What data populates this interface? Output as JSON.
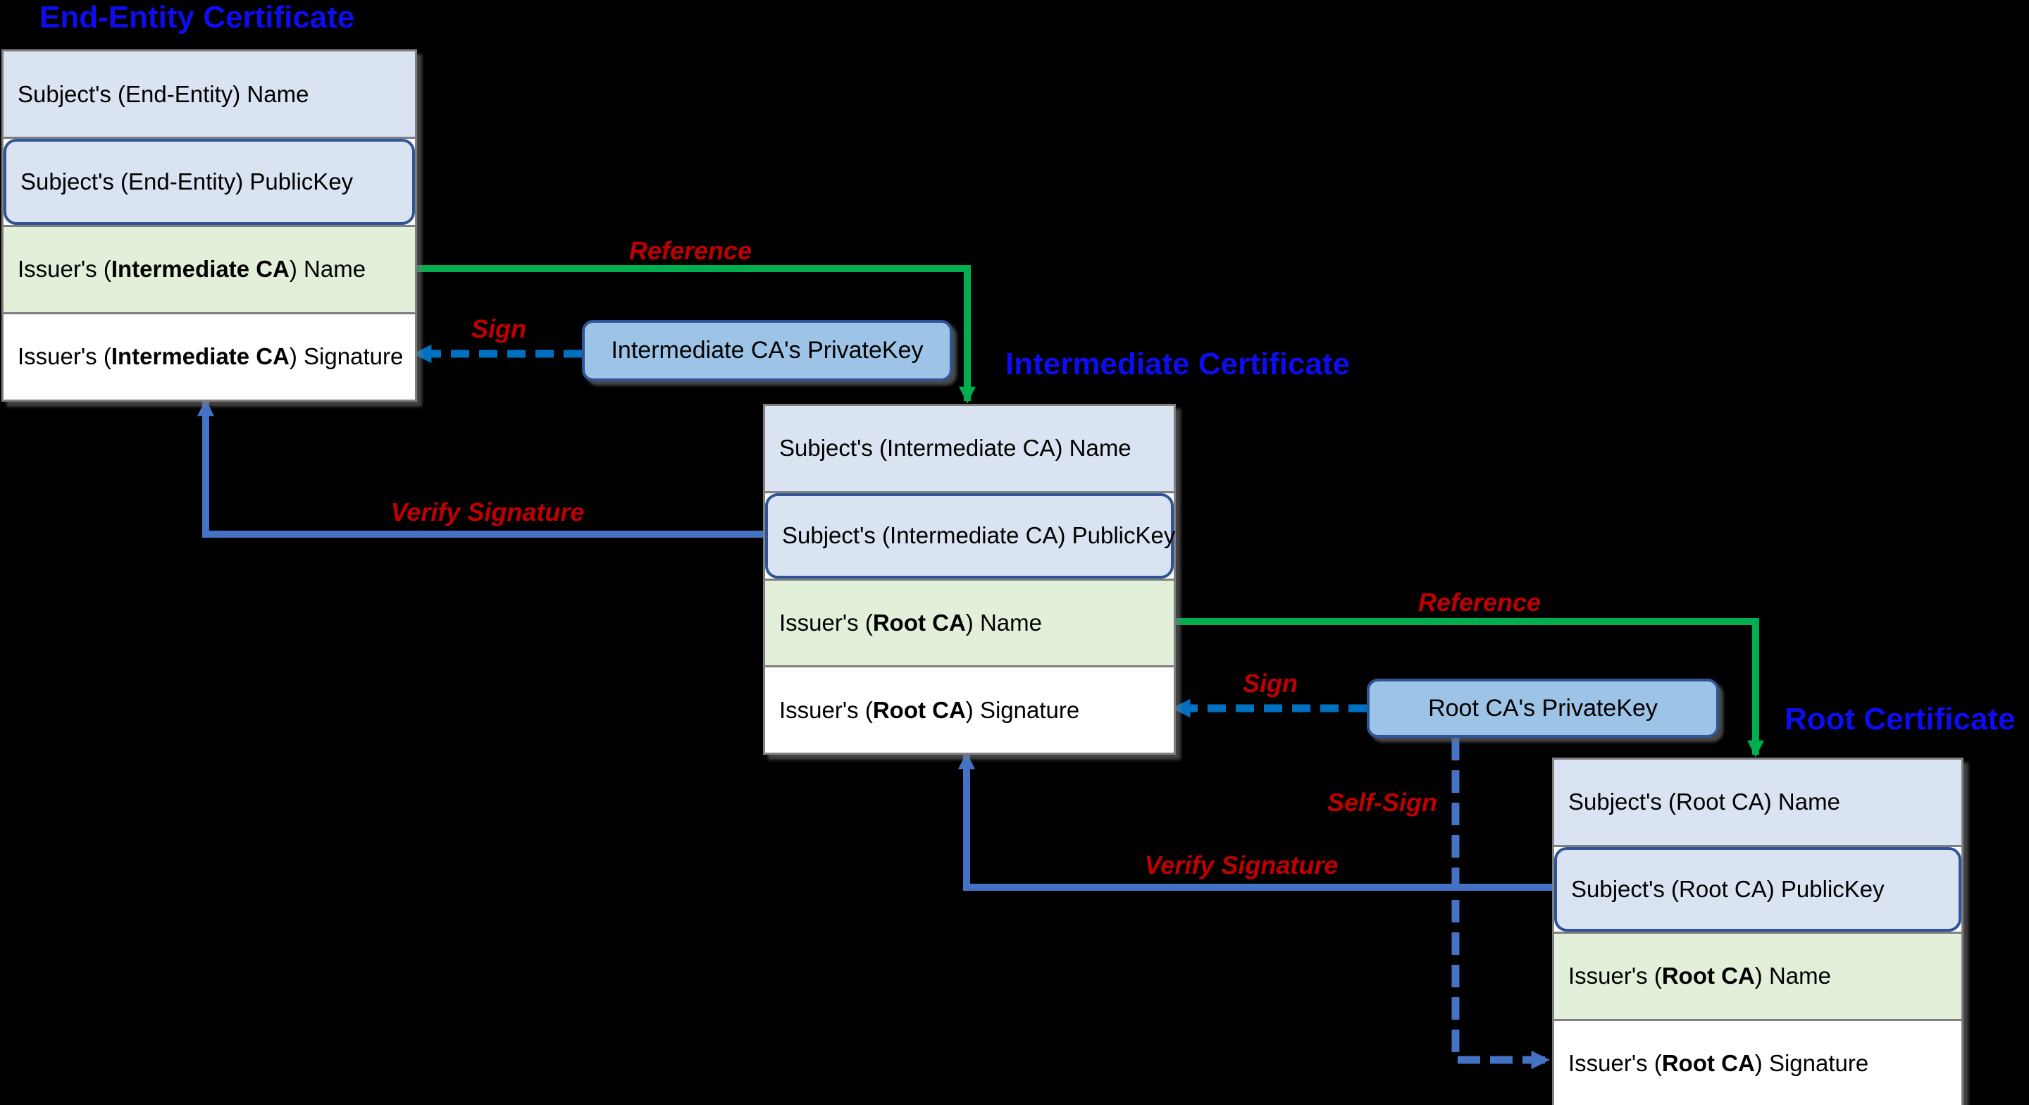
{
  "diagram": {
    "background_color": "#000000",
    "certificates": [
      {
        "title": "End-Entity Certificate",
        "rows": [
          {
            "p": "Subject's (End-Entity) Name",
            "b": "",
            "s": ""
          },
          {
            "p": "Subject's (End-Entity) PublicKey",
            "b": "",
            "s": ""
          },
          {
            "p": "Issuer's (",
            "b": "Intermediate CA",
            "s": ") Name"
          },
          {
            "p": "Issuer's (",
            "b": "Intermediate CA",
            "s": ") Signature"
          }
        ]
      },
      {
        "title": "Intermediate Certificate",
        "rows": [
          {
            "p": "Subject's (Intermediate CA) Name",
            "b": "",
            "s": ""
          },
          {
            "p": "Subject's (Intermediate CA) PublicKey",
            "b": "",
            "s": ""
          },
          {
            "p": "Issuer's (",
            "b": "Root CA",
            "s": ") Name"
          },
          {
            "p": "Issuer's (",
            "b": "Root CA",
            "s": ") Signature"
          }
        ]
      },
      {
        "title": "Root Certificate",
        "rows": [
          {
            "p": "Subject's (Root CA) Name",
            "b": "",
            "s": ""
          },
          {
            "p": "Subject's (Root CA) PublicKey",
            "b": "",
            "s": ""
          },
          {
            "p": "Issuer's (",
            "b": "Root CA",
            "s": ") Name"
          },
          {
            "p": "Issuer's (",
            "b": "Root CA",
            "s": ") Signature"
          }
        ]
      }
    ],
    "private_keys": [
      {
        "label": "Intermediate CA's PrivateKey"
      },
      {
        "label": "Root CA's PrivateKey"
      }
    ],
    "arrow_labels": {
      "reference1": "Reference",
      "sign1": "Sign",
      "verify1": "Verify Signature",
      "reference2": "Reference",
      "sign2": "Sign",
      "self_sign": "Self-Sign",
      "verify2": "Verify Signature"
    },
    "colors": {
      "reference_arrow_green": "#00ae4f",
      "verify_arrow_blue": "#4472c4",
      "sign_arrow_azure": "#0070c0",
      "self_sign_arrow_blue": "#4472c4",
      "label_red": "#c00000",
      "title_blue": "#0d0df0",
      "row_blue_fill": "#dae3f1",
      "row_green_fill": "#e2efd9",
      "row_white_fill": "#ffffff",
      "privatekey_fill": "#9dc3e6",
      "privatekey_border": "#2f5597",
      "box_border_gray": "#7f7f7f"
    }
  }
}
